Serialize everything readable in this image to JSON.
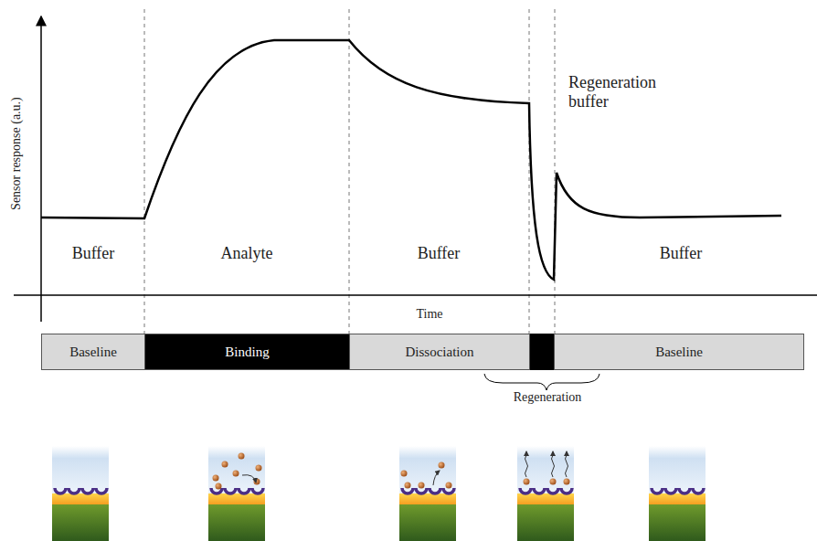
{
  "diagram": {
    "nodes": [
      {
        "text": [
          "Baseline"
        ]
      },
      {
        "text": [
          "Binding"
        ]
      },
      {
        "text": [
          "Dissociation"
        ]
      },
      {
        "text": [
          "Baseline"
        ]
      }
    ],
    "labels": [
      "Sensor response (a.u.)",
      "Regeneration buffer",
      "Buffer",
      "Analyte",
      "Buffer",
      "Buffer",
      "Time",
      "Regeneration"
    ]
  }
}
